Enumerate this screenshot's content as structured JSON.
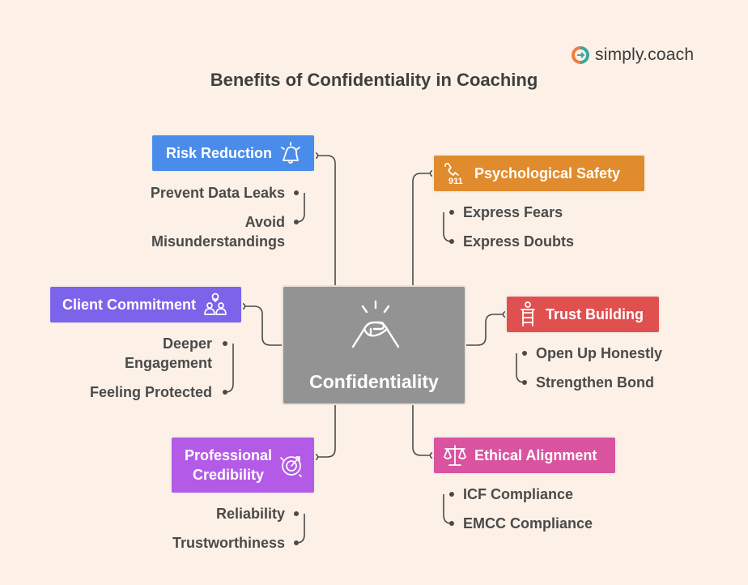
{
  "title": "Benefits of Confidentiality in Coaching",
  "brand": {
    "name": "simply.coach",
    "colors": [
      "#3ca6a3",
      "#f07d3b"
    ]
  },
  "center": {
    "label": "Confidentiality",
    "icon": "handshake-icon"
  },
  "branches": {
    "risk_reduction": {
      "label": "Risk Reduction",
      "color": "#4a8cea",
      "icon": "alert-bell-icon",
      "items": [
        "Prevent Data Leaks",
        "Avoid",
        "Misunderstandings"
      ]
    },
    "client_commitment": {
      "label": "Client Commitment",
      "color": "#7b63ea",
      "icon": "people-connect-icon",
      "items": [
        "Deeper",
        "Engagement",
        "Feeling Protected"
      ]
    },
    "professional_credibility": {
      "label_line1": "Professional",
      "label_line2": "Credibility",
      "color": "#b35be6",
      "icon": "target-badge-icon",
      "items": [
        "Reliability",
        "Trustworthiness"
      ]
    },
    "psychological_safety": {
      "label": "Psychological Safety",
      "color": "#e08b2d",
      "icon": "emergency-phone-icon",
      "icon_text": "911",
      "items": [
        "Express Fears",
        "Express Doubts"
      ]
    },
    "trust_building": {
      "label": "Trust Building",
      "color": "#e0504f",
      "icon": "ladder-icon",
      "items": [
        "Open Up Honestly",
        "Strengthen Bond"
      ]
    },
    "ethical_alignment": {
      "label": "Ethical Alignment",
      "color": "#d9539f",
      "icon": "scales-icon",
      "items": [
        "ICF Compliance",
        "EMCC Compliance"
      ]
    }
  }
}
